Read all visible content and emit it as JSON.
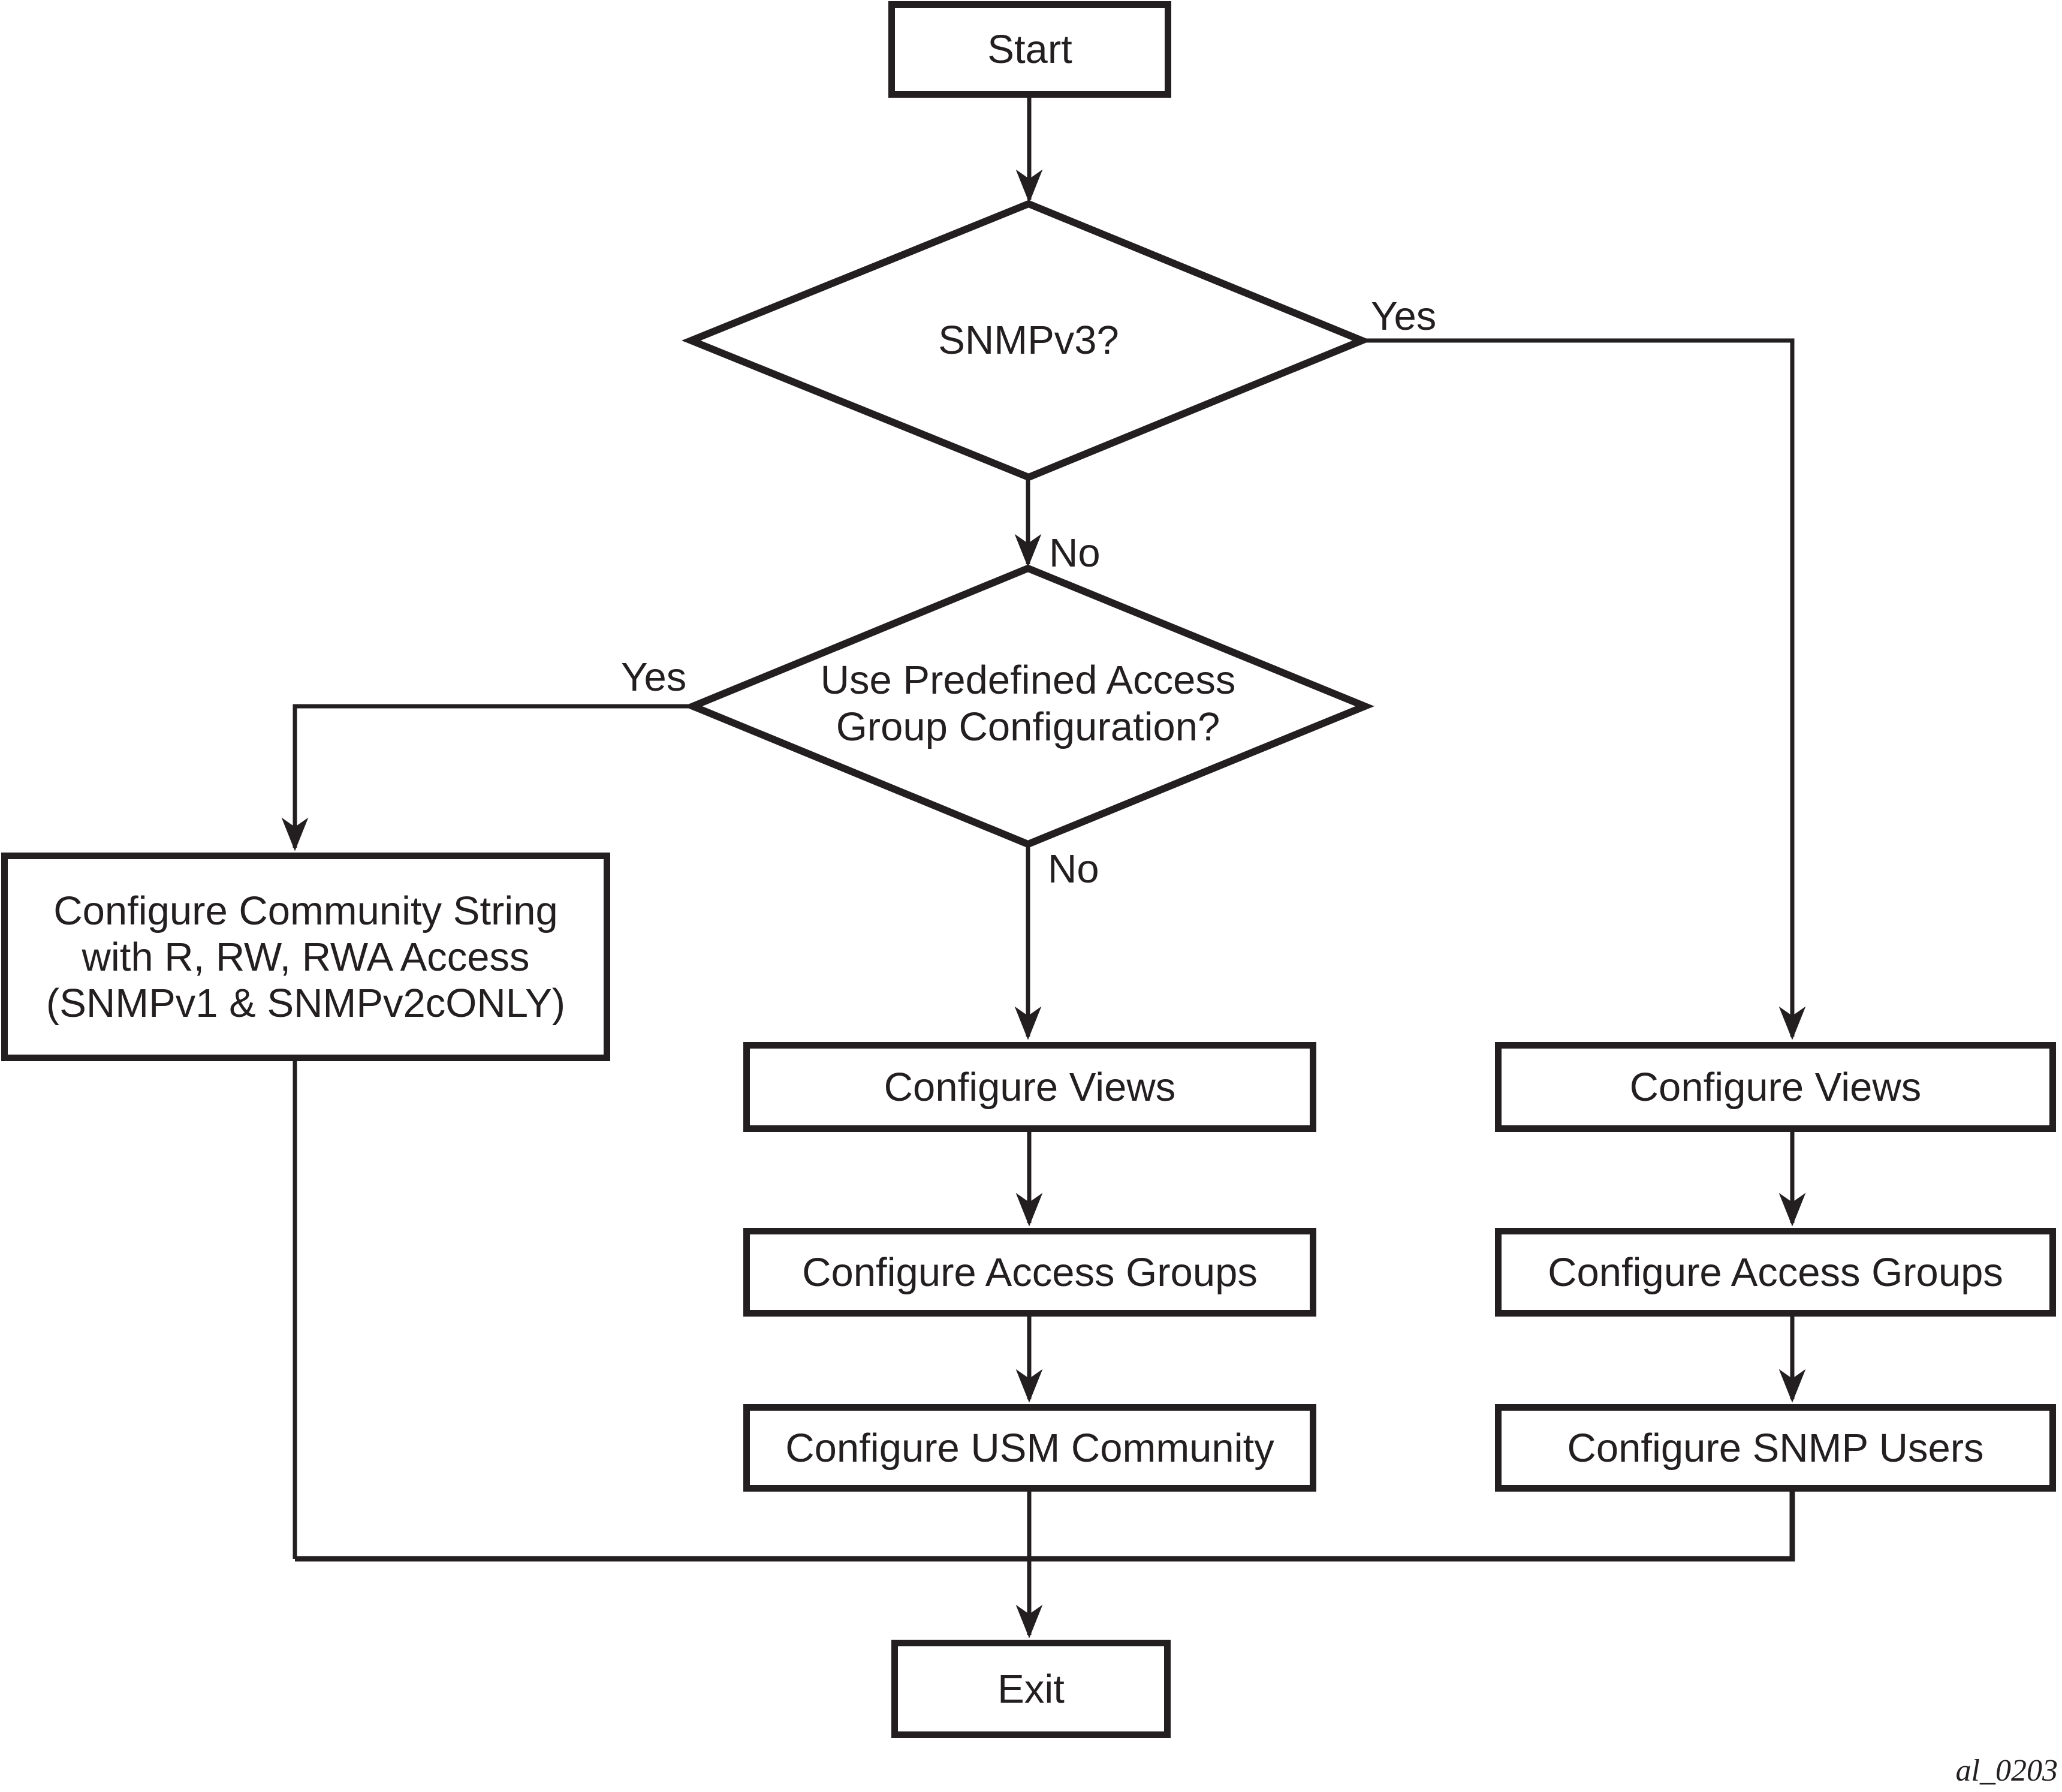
{
  "colors": {
    "ink": "#231f20"
  },
  "figure_id": "al_0203",
  "nodes": {
    "start": {
      "label": "Start"
    },
    "decision_snmpv3": {
      "label": "SNMPv3?"
    },
    "decision_predefined": {
      "line1": "Use Predefined Access",
      "line2": "Group Configuration?"
    },
    "community": {
      "line1": "Configure Community String",
      "line2": "with R, RW, RWA Access",
      "line3": "(SNMPv1 & SNMPv2cONLY)"
    },
    "mid_views": {
      "label": "Configure Views"
    },
    "mid_access_groups": {
      "label": "Configure Access Groups"
    },
    "mid_usm_community": {
      "label": "Configure USM Community"
    },
    "right_views": {
      "label": "Configure Views"
    },
    "right_access_groups": {
      "label": "Configure Access Groups"
    },
    "right_snmp_users": {
      "label": "Configure SNMP Users"
    },
    "exit": {
      "label": "Exit"
    }
  },
  "edge_labels": {
    "snmpv3_yes": "Yes",
    "snmpv3_no": "No",
    "predefined_yes": "Yes",
    "predefined_no": "No"
  }
}
